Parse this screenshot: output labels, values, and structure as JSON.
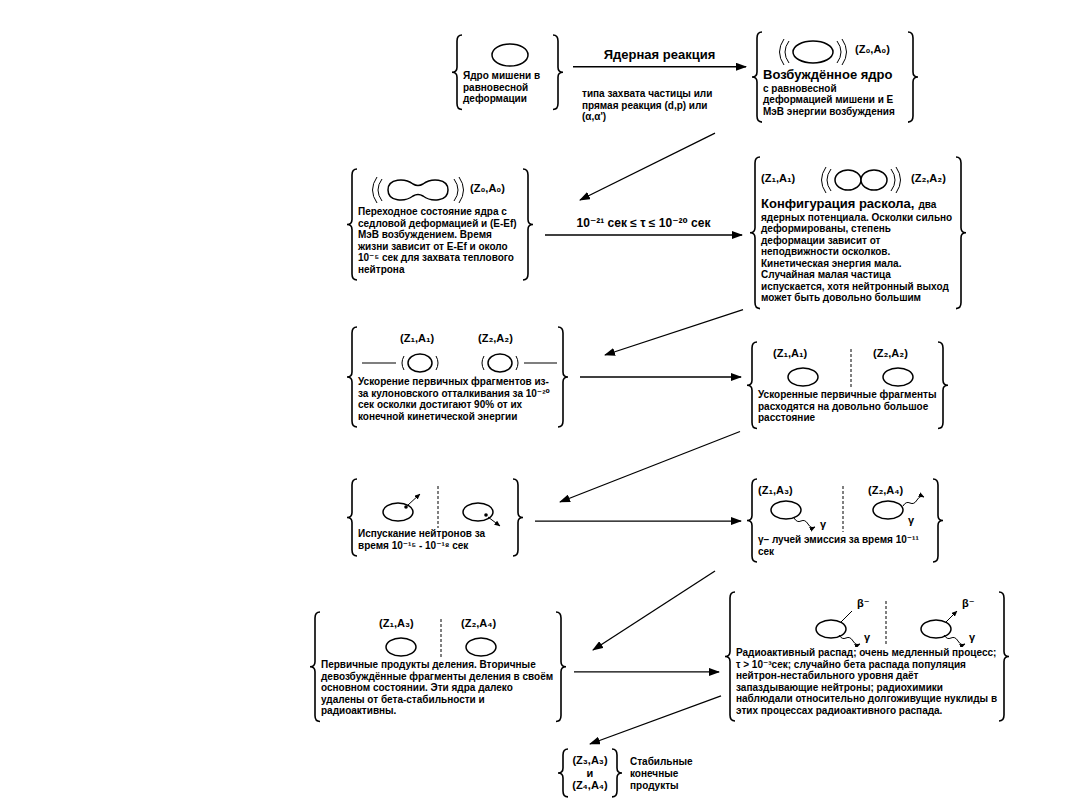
{
  "diagram": {
    "nodes": [
      {
        "text": [
          "Ядро мишени в равновесной деформации"
        ]
      },
      {
        "text": [
          "(Z₀,A₀)",
          "Возбуждённое ядро",
          "с равновесной деформацией мишени и E МэВ энергии возбуждения"
        ]
      },
      {
        "text": [
          "(Z₀,A₀)",
          "Переходное состояние ядра с седловой деформацией и (E-Ef) МэВ возбуждением. Время жизни зависит от E-Ef и около 10⁻⁵ сек для захвата теплового нейтрона"
        ]
      },
      {
        "text": [
          "(Z₁,A₁)",
          "(Z₂,A₂)",
          "Конфигурация раскола,",
          "два ядерных потенциала. Осколки сильно деформированы, степень деформации зависит от неподвижности осколков. Кинетическая энергия мала. Случайная малая частица испускается, хотя нейтронный выход может быть довольно большим"
        ]
      },
      {
        "text": [
          "(Z₁,A₁)",
          "(Z₂,A₂)",
          "Ускорение первичных фрагментов из-за кулоновского отталкивания за 10⁻²⁰ сек осколки достигают 90% от их конечной кинетической энергии"
        ]
      },
      {
        "text": [
          "(Z₁,A₁)",
          "(Z₂,A₂)",
          "Ускоренные первичные фрагменты расходятся на довольно большое расстояние"
        ]
      },
      {
        "text": [
          "Испускание нейтронов за время 10⁻¹⁵ - 10⁻¹⁸ сек"
        ]
      },
      {
        "text": [
          "(Z₁,A₃)",
          "(Z₂,A₄)",
          "γ",
          "γ",
          "γ– лучей эмиссия за время 10⁻¹¹ сек"
        ]
      },
      {
        "text": [
          "(Z₁,A₃)",
          "(Z₂,A₄)",
          "Первичные продукты деления. Вторичные девозбуждённые фрагменты деления в своём основном состоянии. Эти ядра далеко удалены от бета-стабильности и радиоактивны."
        ]
      },
      {
        "text": [
          "β⁻",
          "β⁻",
          "γ",
          "γ",
          "Радиоактивный распад; очень медленный процесс; τ > 10⁻³сек; случайно бета распада популяция нейтрон-нестабильного уровня даёт запаздывающие нейтроны; радиохимики наблюдали относительно долгоживущие нуклиды в этих процессах радиоактивного распада."
        ]
      },
      {
        "text": [
          "(Z₃,A₃) и (Z₄,A₄)",
          "Стабильные конечные продукты"
        ]
      }
    ],
    "edges": [
      {
        "from": 0,
        "to": 1,
        "arrow": "to",
        "label": "Ядерная реакция"
      },
      {
        "from": 1,
        "to": 2,
        "arrow": "to"
      },
      {
        "from": 2,
        "to": 3,
        "arrow": "to",
        "label": "10⁻²¹ сек ≤ τ ≤ 10⁻²⁰ сек"
      },
      {
        "from": 3,
        "to": 4,
        "arrow": "to"
      },
      {
        "from": 4,
        "to": 5,
        "arrow": "to"
      },
      {
        "from": 5,
        "to": 6,
        "arrow": "to"
      },
      {
        "from": 6,
        "to": 7,
        "arrow": "to"
      },
      {
        "from": 7,
        "to": 8,
        "arrow": "to"
      },
      {
        "from": 8,
        "to": 9,
        "arrow": "to"
      },
      {
        "from": 9,
        "to": 10,
        "arrow": "to"
      }
    ],
    "labels": [
      "типа захвата частицы или прямая реакция (d,p) или (α,α')"
    ]
  }
}
